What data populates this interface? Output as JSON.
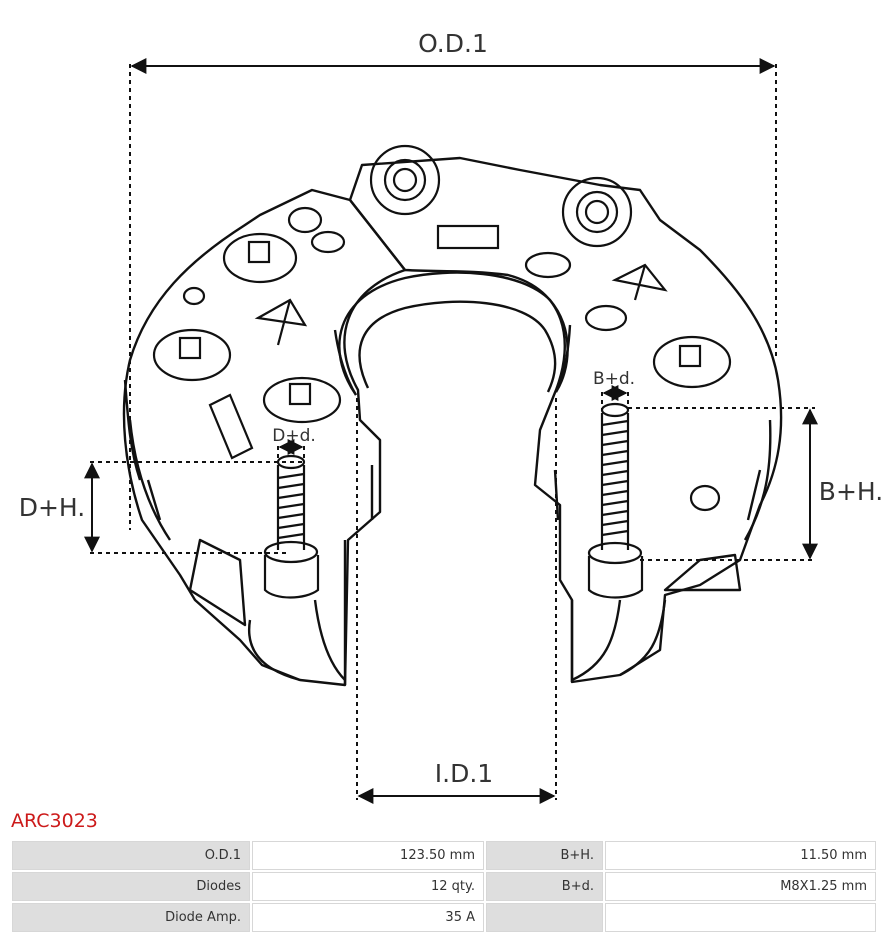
{
  "part_number": "ARC3023",
  "diagram": {
    "od_label": "O.D.1",
    "id_label": "I.D.1",
    "dh_label": "D+H.",
    "bh_label": "B+H.",
    "dd_label": "D+d.",
    "bd_label": "B+d."
  },
  "specs": {
    "rows": [
      {
        "label1": "O.D.1",
        "value1": "123.50 mm",
        "label2": "B+H.",
        "value2": "11.50 mm"
      },
      {
        "label1": "Diodes",
        "value1": "12 qty.",
        "label2": "B+d.",
        "value2": "M8X1.25 mm"
      },
      {
        "label1": "Diode Amp.",
        "value1": "35 A",
        "label2": "",
        "value2": ""
      }
    ]
  },
  "colors": {
    "part_number": "#cc1a1a",
    "label_cell": "#dedede",
    "line": "#111111"
  }
}
